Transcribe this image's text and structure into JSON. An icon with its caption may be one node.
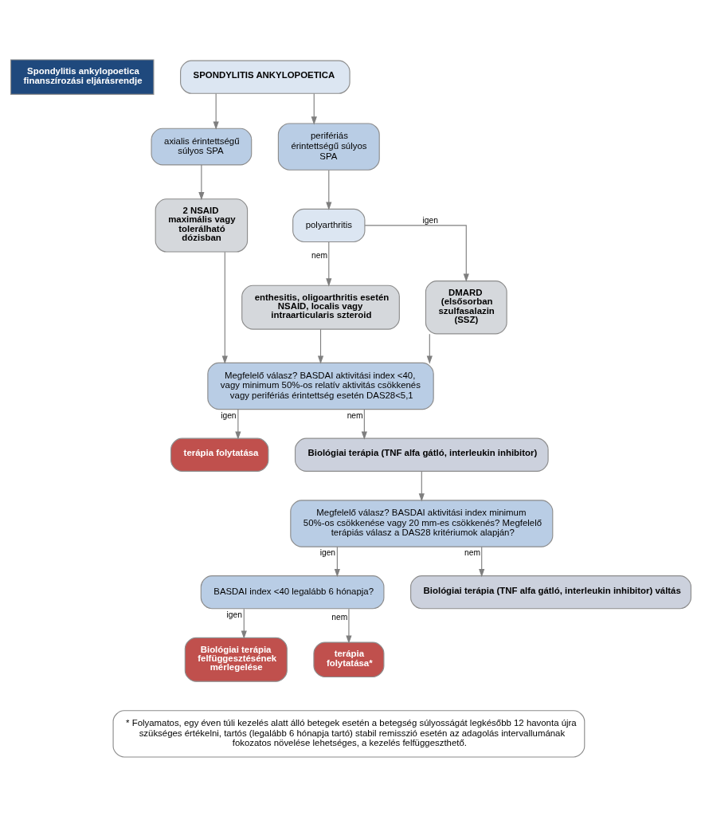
{
  "diagram": {
    "nodes": [
      {
        "text": [
          "Spondylitis ankylopoetica finanszírozási eljárásrendje"
        ]
      },
      {
        "text": [
          "SPONDYLITIS ANKYLOPOETICA"
        ]
      },
      {
        "text": [
          "axialis érintettségű súlyos SPA"
        ]
      },
      {
        "text": [
          "perifériás érintettségű súlyos SPA"
        ]
      },
      {
        "text": [
          "polyarthritis"
        ]
      },
      {
        "text": [
          "2 NSAID maximális vagy tolerálható dózisban"
        ]
      },
      {
        "text": [
          "enthesitis, oligoarthritis esetén NSAID, localis vagy intraarticularis szteroid"
        ]
      },
      {
        "text": [
          "DMARD (elsősorban szulfasalazin (SSZ)"
        ]
      },
      {
        "text": [
          "Megfelelő válasz? BASDAI aktivitási index <40, vagy minimum 50%-os relatív aktivitás csökkenés vagy perifériás érintettség esetén DAS28<5,1"
        ]
      },
      {
        "text": [
          "terápia folytatása"
        ]
      },
      {
        "text": [
          "Biológiai terápia (TNF alfa gátló, interleukin inhibitor)"
        ]
      },
      {
        "text": [
          "Megfelelő válasz? BASDAI aktivitási index minimum 50%-os csökkenése vagy 20 mm-es csökkenés? Megfelelő terápiás válasz a DAS28 kritériumok alapján?"
        ]
      },
      {
        "text": [
          "BASDAI index <40 legalább 6 hónapja?"
        ]
      },
      {
        "text": [
          "Biológiai terápia felfüggesztésének mérlegelése"
        ]
      },
      {
        "text": [
          "terápia folytatása*"
        ]
      },
      {
        "text": [
          "Biológiai terápia (TNF alfa gátló, interleukin inhibitor) váltás"
        ]
      },
      {
        "text": [
          "* Folyamatos, egy éven túli kezelés alatt álló betegek esetén a betegség súlyosságát legkésőbb 12 havonta újra szükséges értékelni, tartós (legalább 6 hónapja tartó) stabil remisszió esetén az adagolás intervallumának fokozatos növelése lehetséges, a kezelés felfüggeszthető."
        ]
      }
    ],
    "edges": [
      {
        "from": 1,
        "to": 2,
        "arrow": "to"
      },
      {
        "from": 1,
        "to": 3,
        "arrow": "to"
      },
      {
        "from": 2,
        "to": 5,
        "arrow": "to"
      },
      {
        "from": 3,
        "to": 4,
        "arrow": "to"
      },
      {
        "from": 4,
        "to": 6,
        "arrow": "to",
        "label": "nem"
      },
      {
        "from": 4,
        "to": 7,
        "arrow": "to",
        "label": "igen"
      },
      {
        "from": 5,
        "to": 8,
        "arrow": "to"
      },
      {
        "from": 6,
        "to": 8,
        "arrow": "to"
      },
      {
        "from": 7,
        "to": 8,
        "arrow": "to"
      },
      {
        "from": 8,
        "to": 9,
        "arrow": "to",
        "label": "igen"
      },
      {
        "from": 8,
        "to": 10,
        "arrow": "to",
        "label": "nem"
      },
      {
        "from": 10,
        "to": 11,
        "arrow": "to"
      },
      {
        "from": 11,
        "to": 12,
        "arrow": "to",
        "label": "igen"
      },
      {
        "from": 11,
        "to": 15,
        "arrow": "to",
        "label": "nem"
      },
      {
        "from": 12,
        "to": 13,
        "arrow": "to",
        "label": "igen"
      },
      {
        "from": 12,
        "to": 14,
        "arrow": "to",
        "label": "nem"
      }
    ]
  }
}
